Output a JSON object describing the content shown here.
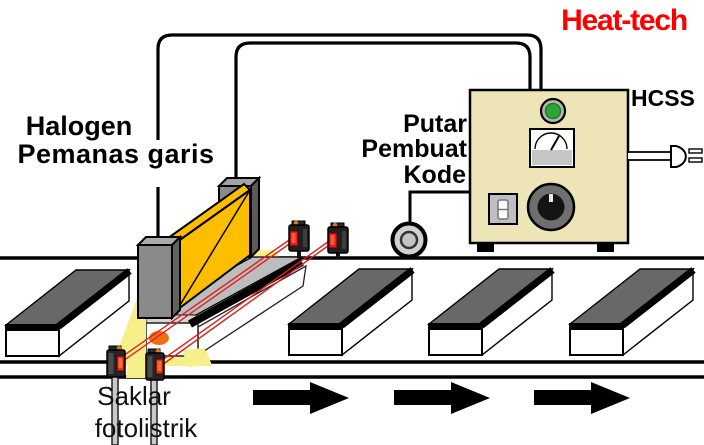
{
  "brand": {
    "logo_text": "Heat-tech",
    "logo_color": "#ff0000"
  },
  "device": {
    "model_label": "HCSS"
  },
  "labels": {
    "heater_line1": "Halogen",
    "heater_line2": "Pemanas garis",
    "encoder_line1": "Putar",
    "encoder_line2": "Pembuat",
    "encoder_line3": "Kode",
    "sensor_line1": "Saklar",
    "sensor_line2": "fotolistrik"
  },
  "colors": {
    "heater_body": "#fdbe00",
    "end_block_gray": "#8a8a8a",
    "glow_yellow": "#f6ef8a",
    "heated_spot": "#f06e12",
    "laser_red": "#db2020",
    "controller_beige": "#ede4b8",
    "pilot_green": "#2ca537",
    "workpiece_top_gray": "#686868",
    "heated_top_gray": "#bdbdbd",
    "label_text": "#000000"
  }
}
